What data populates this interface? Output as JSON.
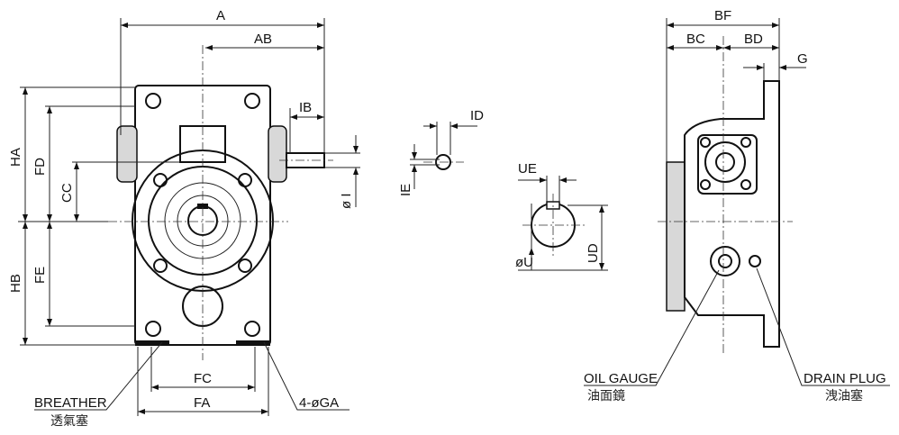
{
  "front_view": {
    "dims": {
      "A": "A",
      "AB": "AB",
      "IB": "IB",
      "HA": "HA",
      "FD": "FD",
      "CC": "CC",
      "HB": "HB",
      "FE": "FE",
      "I": "ø I",
      "FC": "FC",
      "FA": "FA",
      "GA": "4-øGA"
    },
    "breather": {
      "label": "BREATHER",
      "label_zh": "透氣塞"
    }
  },
  "key_detail": {
    "ID": "ID",
    "IE": "IE"
  },
  "shaft_detail": {
    "UE": "UE",
    "U": "øU",
    "UD": "UD"
  },
  "side_view": {
    "dims": {
      "BF": "BF",
      "BC": "BC",
      "BD": "BD",
      "G": "G"
    },
    "oil_gauge": {
      "label": "OIL GAUGE",
      "label_zh": "油面鏡"
    },
    "drain_plug": {
      "label": "DRAIN PLUG",
      "label_zh": "洩油塞"
    }
  }
}
